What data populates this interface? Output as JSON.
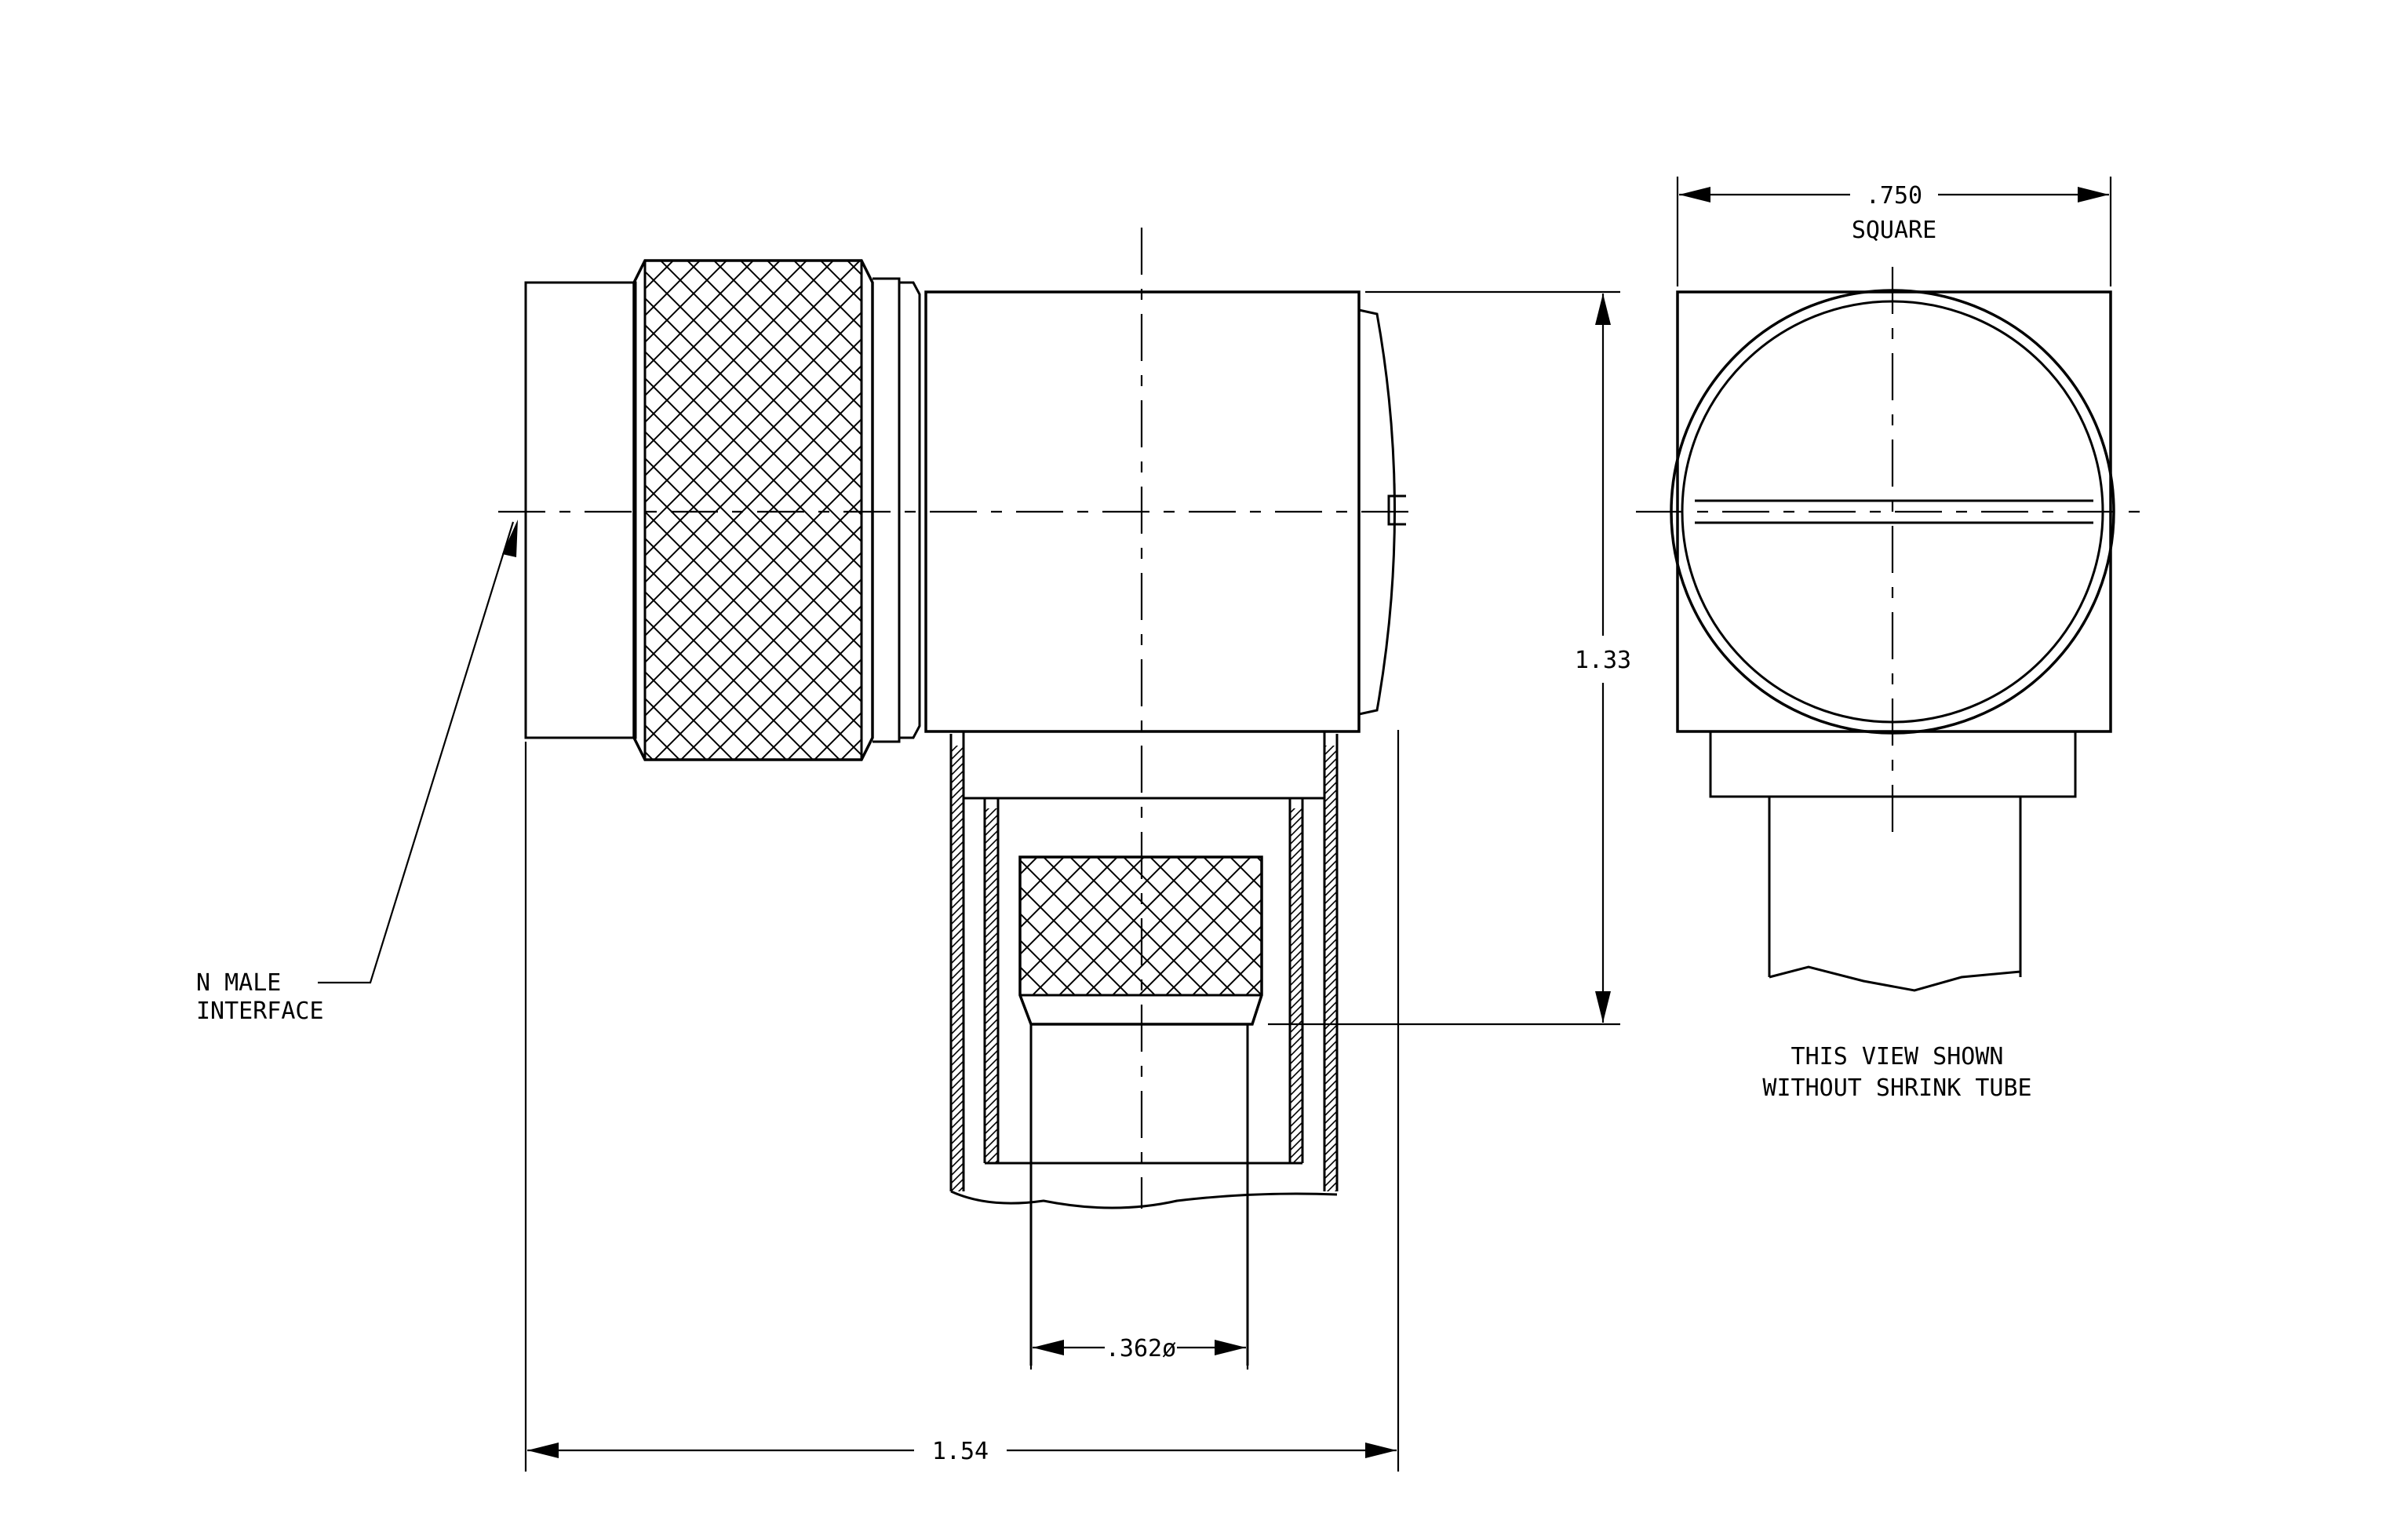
{
  "drawing": {
    "dimensions": {
      "overall_length": ".1.54",
      "height": "1.33",
      "square_size": ".750",
      "square_label": "SQUARE",
      "cable_diameter": ".362ø"
    },
    "labels": {
      "interface_line1": "N MALE",
      "interface_line2": "INTERFACE",
      "note_line1": "THIS VIEW SHOWN",
      "note_line2": "WITHOUT SHRINK TUBE"
    }
  }
}
